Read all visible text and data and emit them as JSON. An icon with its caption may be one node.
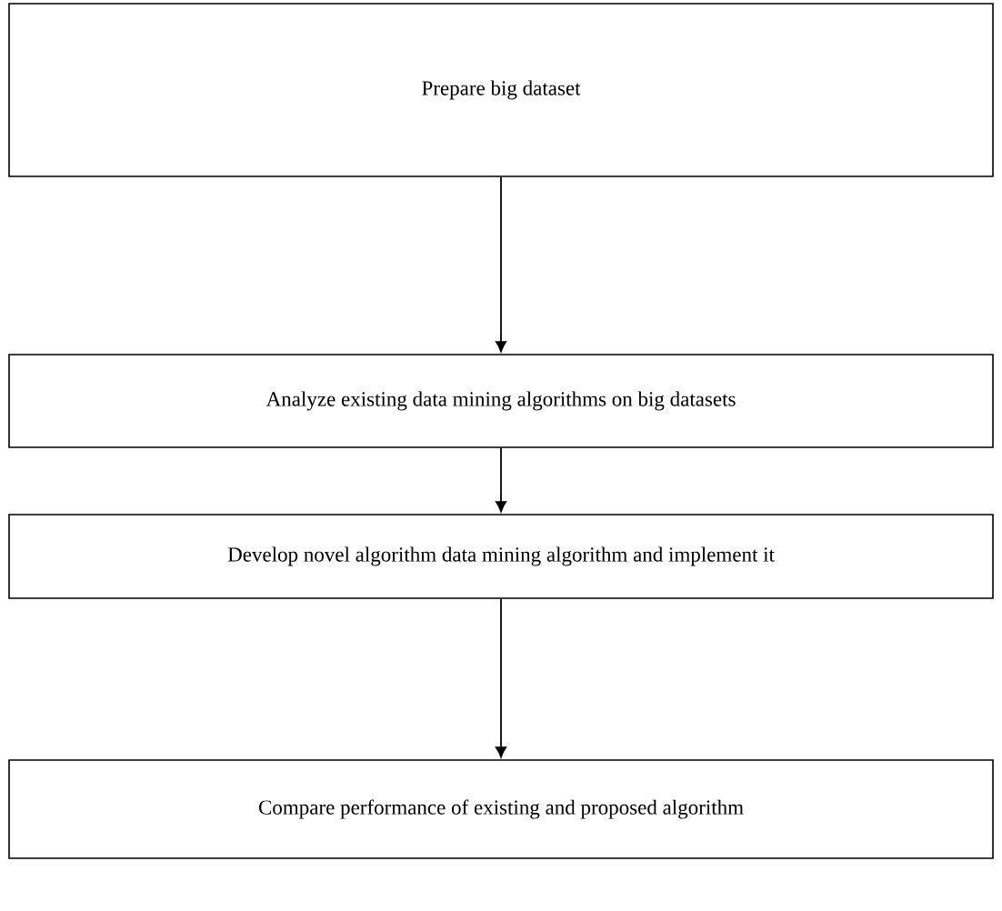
{
  "diagram": {
    "nodes": [
      {
        "text": [
          "Prepare big dataset"
        ]
      },
      {
        "text": [
          "Analyze existing data mining algorithms on big datasets"
        ]
      },
      {
        "text": [
          "Develop novel algorithm data mining algorithm and implement it"
        ]
      },
      {
        "text": [
          "Compare performance of existing and proposed algorithm"
        ]
      }
    ],
    "edges": [
      {
        "from": 0,
        "to": 1,
        "arrow": "to"
      },
      {
        "from": 1,
        "to": 2,
        "arrow": "to"
      },
      {
        "from": 2,
        "to": 3,
        "arrow": "to"
      }
    ]
  }
}
